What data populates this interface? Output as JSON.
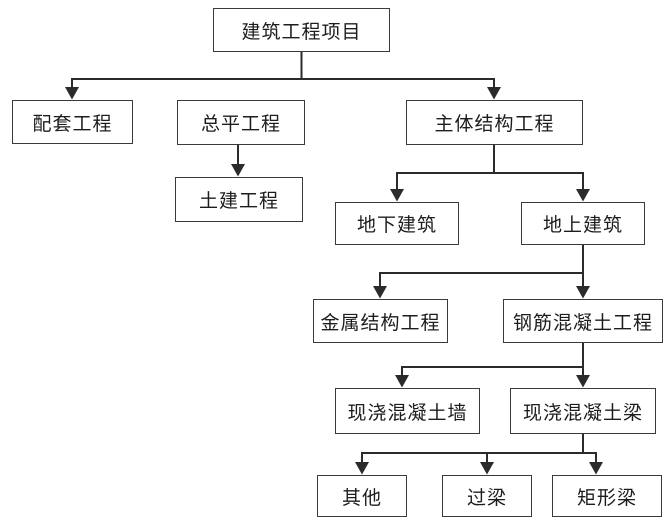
{
  "diagram": {
    "type": "org-chart",
    "language": "zh-CN",
    "nodes": [
      {
        "id": "root",
        "label": "建筑工程项目"
      },
      {
        "id": "peitao",
        "label": "配套工程"
      },
      {
        "id": "zongping",
        "label": "总平工程"
      },
      {
        "id": "zhuti",
        "label": "主体结构工程"
      },
      {
        "id": "tujian",
        "label": "土建工程"
      },
      {
        "id": "dixia",
        "label": "地下建筑"
      },
      {
        "id": "dishang",
        "label": "地上建筑"
      },
      {
        "id": "jinshu",
        "label": "金属结构工程"
      },
      {
        "id": "gangjin",
        "label": "钢筋混凝土工程"
      },
      {
        "id": "qiang",
        "label": "现浇混凝土墙"
      },
      {
        "id": "liang",
        "label": "现浇混凝土梁"
      },
      {
        "id": "qita",
        "label": "其他"
      },
      {
        "id": "guoliang",
        "label": "过梁"
      },
      {
        "id": "juxing",
        "label": "矩形梁"
      }
    ],
    "edges": [
      {
        "from": "建筑工程项目",
        "to": "配套工程"
      },
      {
        "from": "建筑工程项目",
        "to": "总平工程"
      },
      {
        "from": "建筑工程项目",
        "to": "主体结构工程"
      },
      {
        "from": "总平工程",
        "to": "土建工程"
      },
      {
        "from": "主体结构工程",
        "to": "地下建筑"
      },
      {
        "from": "主体结构工程",
        "to": "地上建筑"
      },
      {
        "from": "地上建筑",
        "to": "金属结构工程"
      },
      {
        "from": "地上建筑",
        "to": "钢筋混凝土工程"
      },
      {
        "from": "钢筋混凝土工程",
        "to": "现浇混凝土墙"
      },
      {
        "from": "钢筋混凝土工程",
        "to": "现浇混凝土梁"
      },
      {
        "from": "现浇混凝土梁",
        "to": "其他"
      },
      {
        "from": "现浇混凝土梁",
        "to": "过梁"
      },
      {
        "from": "现浇混凝土梁",
        "to": "矩形梁"
      }
    ],
    "colors": {
      "background": "#ffffff",
      "line": "#2b2b2b",
      "box_border": "#3a3a3a",
      "text": "#1d1d1d"
    }
  }
}
